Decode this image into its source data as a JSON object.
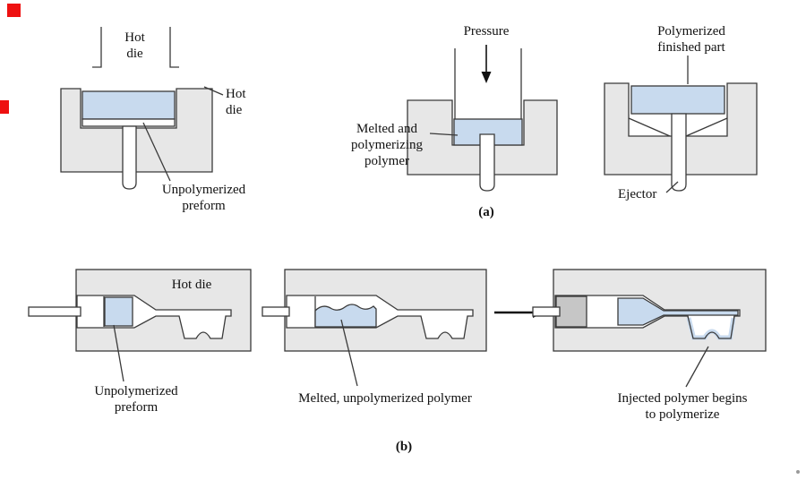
{
  "colors": {
    "mold_gray": "#e7e7e7",
    "polymer_blue": "#c8daee",
    "plunger_gray": "#c6c6c6",
    "marker_red": "#ee1111"
  },
  "part_a": {
    "caption": "(a)",
    "step1": {
      "upper_die_label": "Hot\ndie",
      "die_label": "Hot\ndie",
      "preform_label": "Unpolymerized\npreform"
    },
    "step2": {
      "pressure_label": "Pressure",
      "polymer_label": "Melted and\npolymerizing\npolymer"
    },
    "step3": {
      "part_label": "Polymerized\nfinished part",
      "ejector_label": "Ejector"
    }
  },
  "part_b": {
    "caption": "(b)",
    "step1": {
      "die_label": "Hot die",
      "preform_label": "Unpolymerized\npreform"
    },
    "step2": {
      "polymer_label": "Melted, unpolymerized polymer"
    },
    "step3": {
      "polymer_label": "Injected polymer begins\nto polymerize"
    }
  }
}
